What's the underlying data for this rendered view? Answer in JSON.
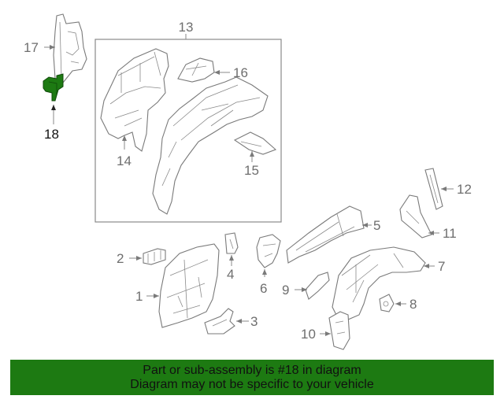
{
  "highlight_color": "#1d7a12",
  "labels": {
    "l1": "1",
    "l2": "2",
    "l3": "3",
    "l4": "4",
    "l5": "5",
    "l6": "6",
    "l7": "7",
    "l8": "8",
    "l9": "9",
    "l10": "10",
    "l11": "11",
    "l12": "12",
    "l13": "13",
    "l14": "14",
    "l15": "15",
    "l16": "16",
    "l17": "17",
    "l18": "18"
  },
  "banner": {
    "line1": "Part or sub-assembly is #18 in diagram",
    "line2": "Diagram may not be specific to your vehicle"
  }
}
